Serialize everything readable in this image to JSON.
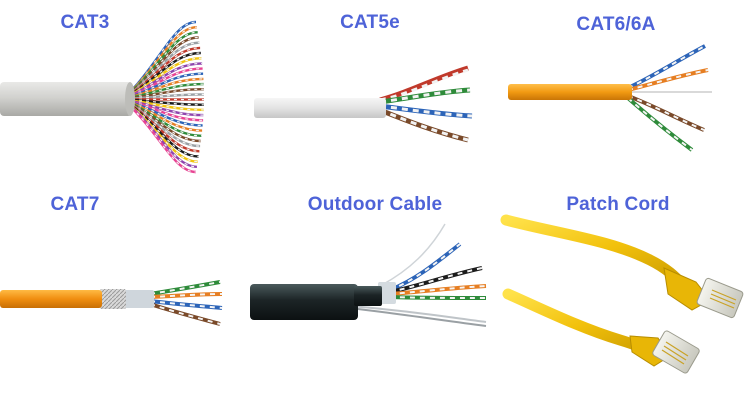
{
  "label_color": "#4e63d8",
  "cables": [
    {
      "id": "cat3",
      "label": "CAT3"
    },
    {
      "id": "cat5e",
      "label": "CAT5e"
    },
    {
      "id": "cat6",
      "label": "CAT6/6A"
    },
    {
      "id": "cat7",
      "label": "CAT7"
    },
    {
      "id": "outdoor",
      "label": "Outdoor Cable"
    },
    {
      "id": "patch",
      "label": "Patch Cord"
    }
  ]
}
